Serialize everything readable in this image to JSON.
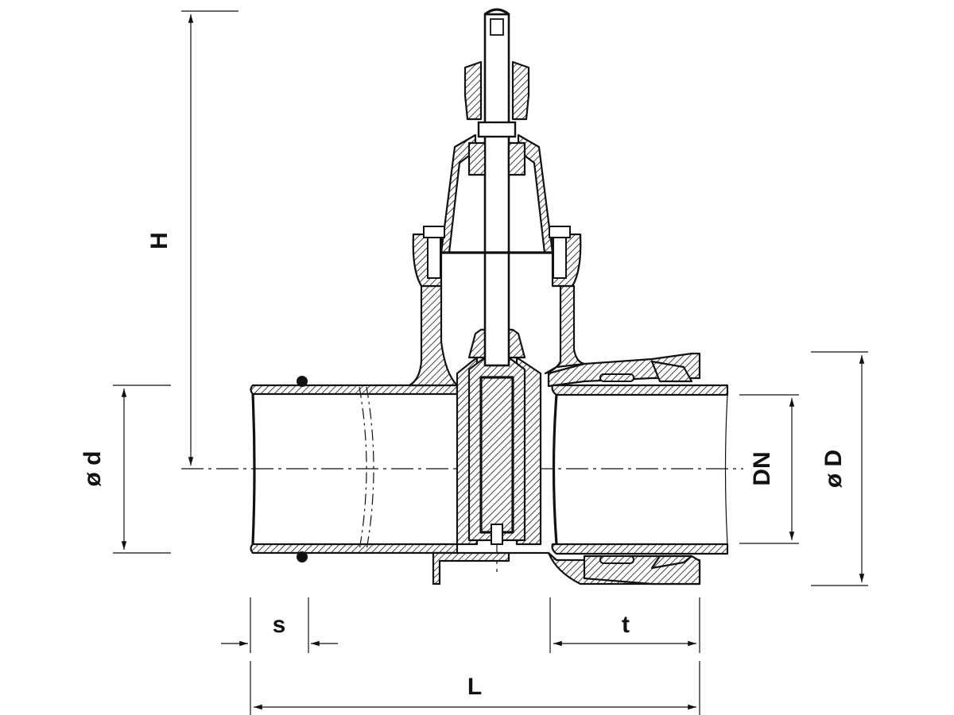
{
  "dimensions": {
    "H": "H",
    "d": "ø d",
    "DN": "DN",
    "D": "ø D",
    "s": "s",
    "t": "t",
    "L": "L"
  },
  "colors": {
    "line": "#111111",
    "background": "#ffffff"
  }
}
